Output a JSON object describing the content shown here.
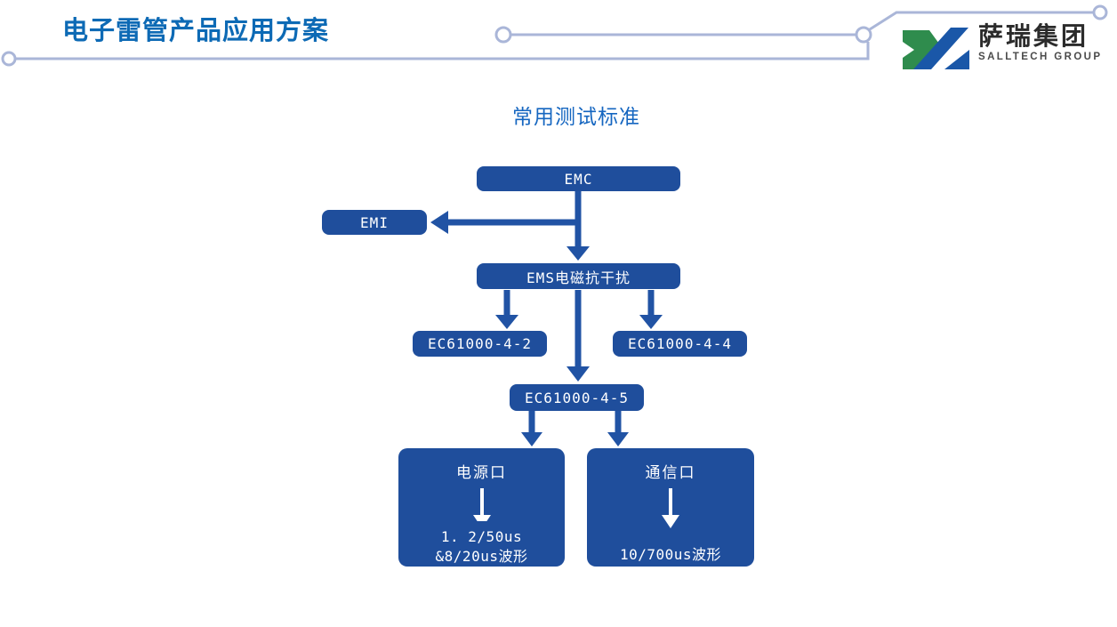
{
  "header": {
    "title": "电子雷管产品应用方案",
    "logo": {
      "company_cn": "萨瑞集团",
      "company_en": "SALLTECH GROUP"
    }
  },
  "diagram": {
    "title": "常用测试标准",
    "nodes": {
      "emc": "EMC",
      "emi": "EMI",
      "ems": "EMS电磁抗干扰",
      "ec61000_4_2": "EC61000-4-2",
      "ec61000_4_4": "EC61000-4-4",
      "ec61000_4_5": "EC61000-4-5",
      "power_port": {
        "label": "电源口",
        "waveform_1": "1. 2/50us",
        "waveform_2": "&8/20us波形"
      },
      "comm_port": {
        "label": "通信口",
        "waveform": "10/700us波形"
      }
    },
    "edges": [
      {
        "from": "EMC",
        "to": "EMI"
      },
      {
        "from": "EMC",
        "to": "EMS电磁抗干扰"
      },
      {
        "from": "EMS电磁抗干扰",
        "to": "EC61000-4-2"
      },
      {
        "from": "EMS电磁抗干扰",
        "to": "EC61000-4-4"
      },
      {
        "from": "EMS电磁抗干扰",
        "to": "EC61000-4-5"
      },
      {
        "from": "EC61000-4-5",
        "to": "电源口"
      },
      {
        "from": "EC61000-4-5",
        "to": "通信口"
      }
    ],
    "colors": {
      "node_fill": "#1f4e9c",
      "arrow": "#2153a4",
      "diagram_title": "#1566c0",
      "page_title": "#0d6ab5",
      "deco_line": "#aab6d8",
      "logo_green": "#2f8c4d",
      "logo_blue": "#1a57a8"
    }
  }
}
